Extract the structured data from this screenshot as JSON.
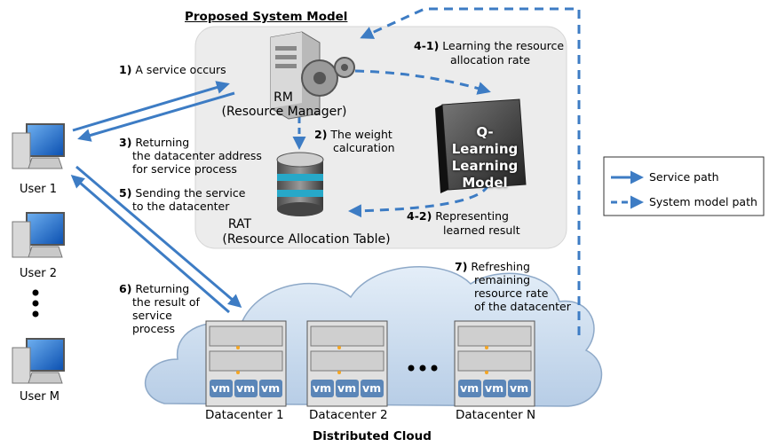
{
  "title": "Proposed System Model",
  "rm": {
    "line1": "RM",
    "line2": "(Resource Manager)"
  },
  "rat": {
    "line1": "RAT",
    "line2": "(Resource Allocation Table)"
  },
  "qlearning": {
    "line1": "Q-Learning",
    "line2": "Learning",
    "line3": "Model"
  },
  "steps": {
    "s1": {
      "num": "1)",
      "text": "A service occurs"
    },
    "s2": {
      "num": "2)",
      "line1": "The weight",
      "line2": "calcuration"
    },
    "s3": {
      "num": "3)",
      "line1": "Returning",
      "line2": "the datacenter address",
      "line3": "for service process"
    },
    "s41": {
      "num": "4-1)",
      "line1": "Learning the resource",
      "line2": "allocation rate"
    },
    "s42": {
      "num": "4-2)",
      "line1": "Representing",
      "line2": "learned result"
    },
    "s5": {
      "num": "5)",
      "line1": "Sending the service",
      "line2": "to the datacenter"
    },
    "s6": {
      "num": "6)",
      "line1": "Returning",
      "line2": "the result of",
      "line3": "service",
      "line4": "process"
    },
    "s7": {
      "num": "7)",
      "line1": "Refreshing",
      "line2": "remaining",
      "line3": "resource rate",
      "line4": "of the datacenter"
    }
  },
  "users": [
    "User 1",
    "User 2",
    "User M"
  ],
  "datacenters": [
    "Datacenter 1",
    "Datacenter 2",
    "Datacenter N"
  ],
  "vm_label": "vm",
  "cloud_label": "Distributed Cloud",
  "legend": {
    "service": "Service path",
    "system": "System model path"
  },
  "colors": {
    "arrow": "#3d7cc4",
    "panel": "#ececec",
    "cloud": "#c5d9ee"
  }
}
